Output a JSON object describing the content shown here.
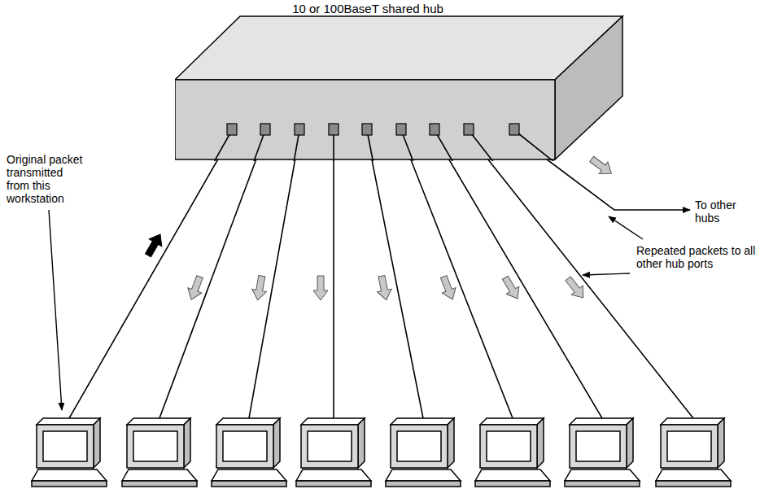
{
  "diagram": {
    "nodes": [
      {
        "text": [
          "10 or 100BaseT shared hub"
        ]
      }
    ],
    "labels": [
      "Original packet transmitted from this workstation",
      "To other hubs",
      "Repeated packets to all other hub ports"
    ]
  }
}
